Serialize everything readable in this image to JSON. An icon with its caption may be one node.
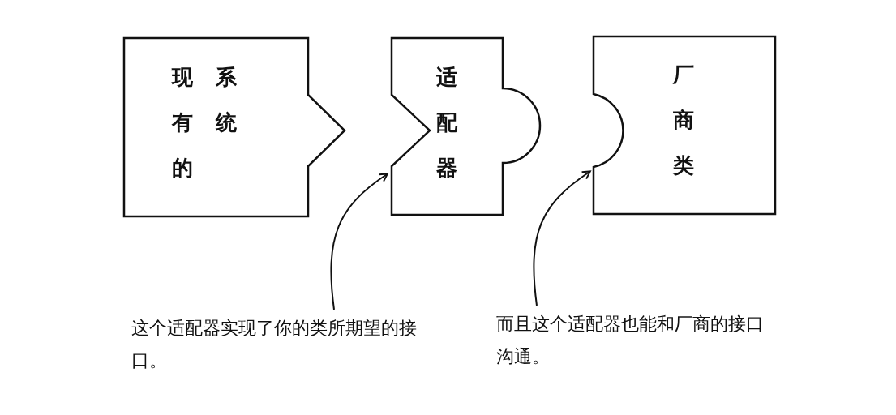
{
  "diagram": {
    "nodes": [
      {
        "text": [
          "现有的系统"
        ]
      },
      {
        "text": [
          "适配器"
        ]
      },
      {
        "text": [
          "厂商类"
        ]
      },
      {
        "text": [
          "这个适配器实现了你的类所期望的接口。"
        ]
      },
      {
        "text": [
          "而且这个适配器也能和厂商的接口沟通。"
        ]
      }
    ],
    "edges": [
      {
        "from": 3,
        "to": 1,
        "arrow": "to"
      },
      {
        "from": 4,
        "to": 2,
        "arrow": "to"
      }
    ]
  }
}
